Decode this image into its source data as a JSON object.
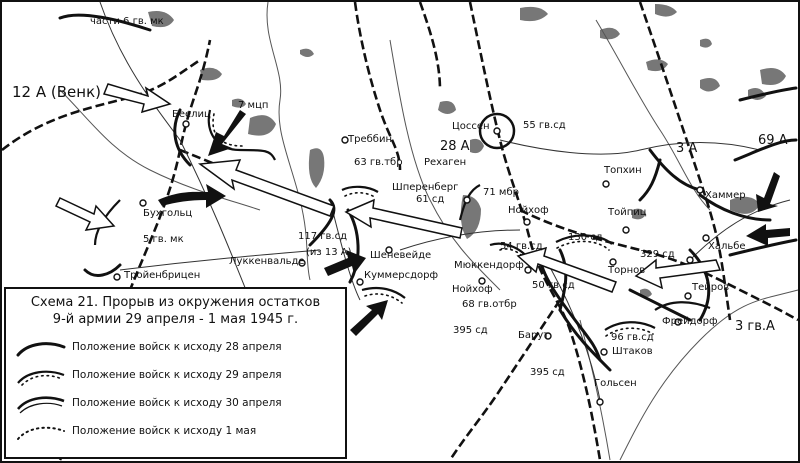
{
  "map": {
    "armies": {
      "army_12": "12 А (Венк)",
      "army_28": "28 А",
      "army_3": "3 А",
      "army_69": "69 А",
      "army_3gv": "3 гв.А"
    },
    "units": {
      "u_6gvmk": "части 6 гв. мк",
      "u_7mcp": "7 мцп",
      "u_55gvsd": "55 гв.сд",
      "u_63gvtbr": "63 гв.тбр",
      "u_61sd": "61 сд",
      "u_71mbr": "71 мбр",
      "u_5gvmk": "5 гв. мк",
      "u_117gvsd": "117 гв.сд",
      "u_iz13a": "(из 13 А)",
      "u_54gvsd": "54 гв.сд",
      "u_130sd": "130 сд",
      "u_329sd": "329 сд",
      "u_50gvsd": "50 гв.сд",
      "u_68gvotbr": "68 гв.отбр",
      "u_395sd_a": "395 сд",
      "u_395sd_b": "395 сд",
      "u_96gvsd": "96 гв.сд"
    },
    "towns": {
      "beelitz": "Беелиц",
      "trebbin": "Треббин",
      "zossen": "Цоссен",
      "rehagen": "Рехаген",
      "sperenberg": "Шперенберг",
      "neuhof_n": "Нойхоф",
      "topchin": "Топхин",
      "teupitz": "Тойпиц",
      "hammer": "Хаммер",
      "halbe": "Хальбе",
      "buchholz": "Бухгольц",
      "luckenwalde": "Луккенвальде",
      "schoeneweide": "Шеневейде",
      "kummersdorf": "Куммерсдорф",
      "muckendorf": "Мюккендорф",
      "neuhof_s": "Нойхоф",
      "teurow": "Торнов",
      "teupitz2": "Тейров",
      "freidorf": "Фрейдорф",
      "trojenbrietzen": "Тройенбрицен",
      "baruth": "Барут",
      "shtakov": "Штаков",
      "golssen": "Гольсен"
    }
  },
  "legend": {
    "title_line1": "Схема 21. Прорыв из окружения остатков",
    "title_line2": "9-й армии 29 апреля - 1 мая 1945 г.",
    "items": [
      "Положение войск к исходу 28 апреля",
      "Положение войск к исходу 29 апреля",
      "Положение войск к исходу 30 апреля",
      "Положение войск к исходу 1 мая"
    ]
  }
}
